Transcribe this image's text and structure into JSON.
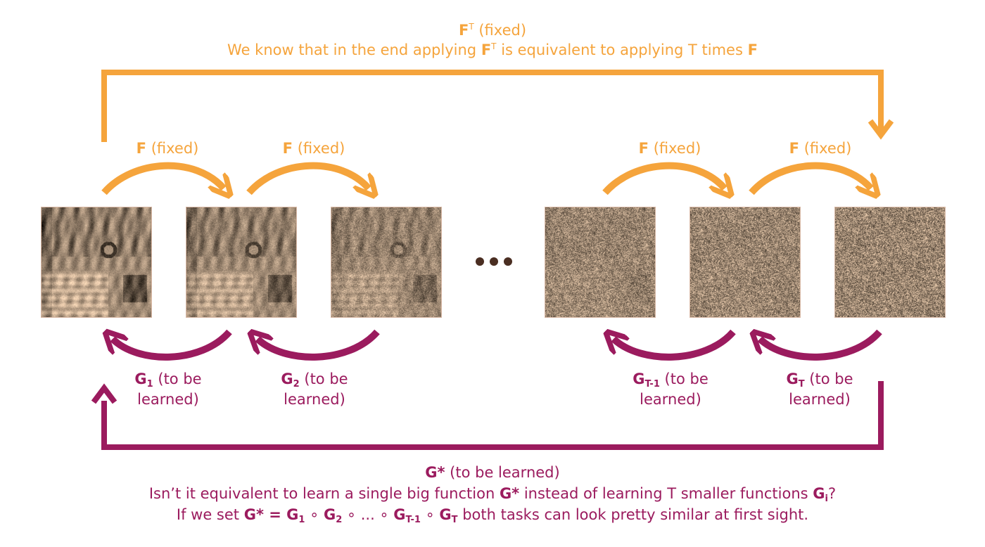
{
  "colors": {
    "fixed": "#f5a43c",
    "learned": "#9b1b5e",
    "ellipsis": "#4a2e22"
  },
  "top": {
    "title_bold": "F",
    "title_sup": "T",
    "title_rest": " (fixed)",
    "desc_part1": "We know that in the end applying ",
    "desc_bold1": "F",
    "desc_sup": "T",
    "desc_part2": " is equivalent to applying T times ",
    "desc_bold2": "F"
  },
  "f_labels": [
    {
      "bold": "F",
      "rest": " (fixed)"
    },
    {
      "bold": "F",
      "rest": " (fixed)"
    },
    {
      "bold": "F",
      "rest": " (fixed)"
    },
    {
      "bold": "F",
      "rest": " (fixed)"
    }
  ],
  "g_labels": [
    {
      "bold": "G",
      "sub": "1",
      "rest": " (to be",
      "line2": "learned)"
    },
    {
      "bold": "G",
      "sub": "2",
      "rest": " (to be",
      "line2": "learned)"
    },
    {
      "bold": "G",
      "sub": "T-1",
      "rest": " (to be",
      "line2": "learned)"
    },
    {
      "bold": "G",
      "sub": "T",
      "rest": " (to be",
      "line2": "learned)"
    }
  ],
  "images": [
    {
      "name": "cat-image-step-0",
      "noise": 0.1
    },
    {
      "name": "cat-image-step-1",
      "noise": 0.25
    },
    {
      "name": "cat-image-step-2",
      "noise": 0.5
    },
    {
      "name": "noise-image-step-t-2",
      "noise": 0.85
    },
    {
      "name": "noise-image-step-t-1",
      "noise": 0.93
    },
    {
      "name": "noise-image-step-t",
      "noise": 1.0
    }
  ],
  "bottom": {
    "title_bold": "G*",
    "title_rest": " (to be learned)",
    "q_part1": "Isn’t it equivalent to learn a single big function ",
    "q_bold": "G*",
    "q_part2": " instead of learning T smaller functions ",
    "q_bold2": "G",
    "q_sub": "i",
    "q_end": "?",
    "s_part1": "If we set ",
    "s_gstar": "G* = ",
    "s_g1": "G",
    "s_g1_sub": "1",
    "s_op1": " ∘ ",
    "s_g2": "G",
    "s_g2_sub": "2",
    "s_op2": " ∘ ... ∘ ",
    "s_g3": "G",
    "s_g3_sub": "T-1",
    "s_op3": " ∘ ",
    "s_g4": "G",
    "s_g4_sub": "T",
    "s_end": " both tasks can look pretty similar at first sight."
  }
}
